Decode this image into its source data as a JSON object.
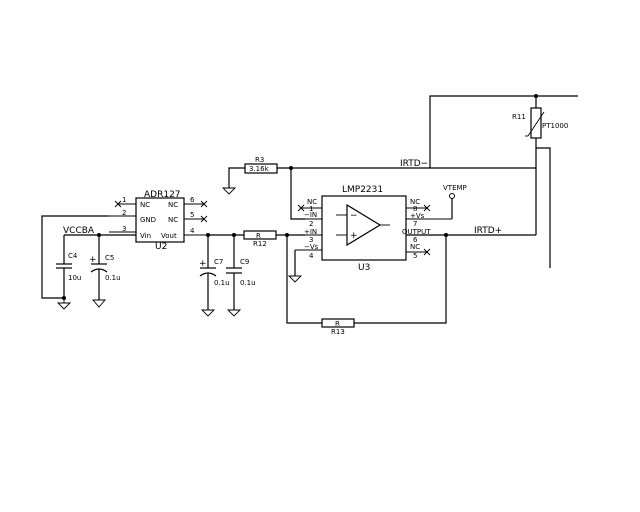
{
  "components": {
    "u2": {
      "ref": "U2",
      "part": "ADR127",
      "pins": {
        "p1": "1",
        "p2": "2",
        "p3": "3",
        "p4": "4",
        "p5": "5",
        "p6": "6"
      },
      "labels": {
        "nc_left": "NC",
        "gnd": "GND",
        "vin": "Vin",
        "nc_r1": "NC",
        "nc_r2": "NC",
        "vout": "Vout"
      }
    },
    "u3": {
      "ref": "U3",
      "part": "LMP2231",
      "pins": {
        "p1": "1",
        "p2": "2",
        "p3": "3",
        "p4": "4",
        "p5": "5",
        "p6": "6",
        "p7": "7",
        "p8": "8"
      },
      "labels": {
        "nc_tl": "NC",
        "inm": "−IN",
        "inp": "+IN",
        "vsm": "−Vs",
        "nc_tr": "NC",
        "vsp": "+Vs",
        "output": "OUTPUT",
        "nc_br": "NC"
      },
      "sign_minus": "−",
      "sign_plus": "+"
    },
    "r3": {
      "ref": "R3",
      "value": "3.16k"
    },
    "r11": {
      "ref": "R11",
      "value": "PT1000"
    },
    "r12": {
      "ref": "R12",
      "value": "R"
    },
    "r13": {
      "ref": "R13",
      "value": "R"
    },
    "c4": {
      "ref": "C4",
      "value": "10u"
    },
    "c5": {
      "ref": "C5",
      "value": "0.1u"
    },
    "c7": {
      "ref": "C7",
      "value": "0.1u"
    },
    "c9": {
      "ref": "C9",
      "value": "0.1u"
    },
    "c5_plus": "+",
    "c7_plus": "+"
  },
  "nets": {
    "vccba": "VCCBA",
    "irtd_minus": "IRTD−",
    "irtd_plus": "IRTD+",
    "vtemp": "VTEMP"
  }
}
